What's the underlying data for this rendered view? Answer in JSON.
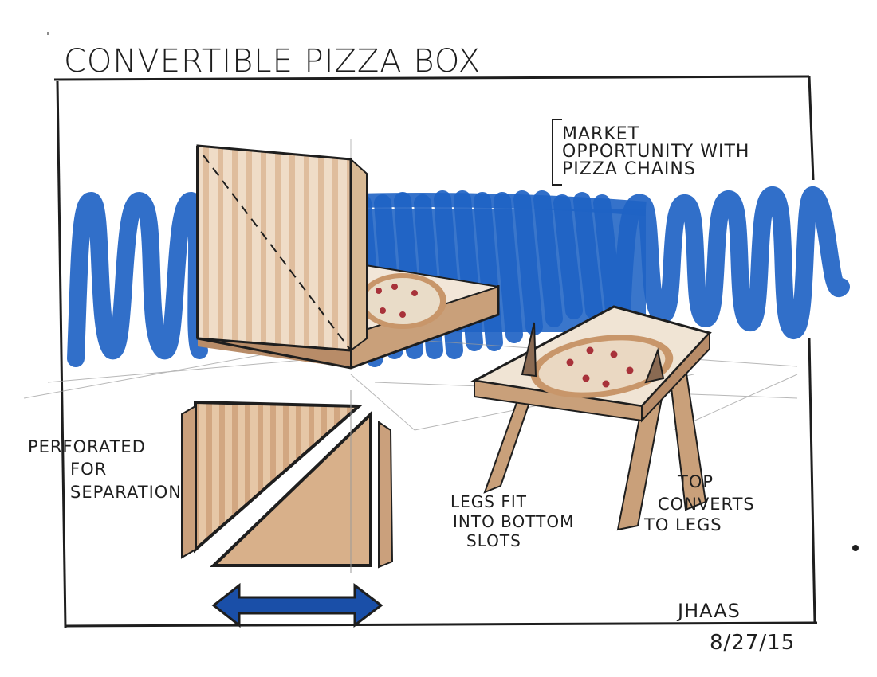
{
  "title": "CONVERTIBLE PIZZA BOX",
  "notes": {
    "market": [
      "MARKET",
      "OPPORTUNITY WITH",
      "PIZZA CHAINS"
    ],
    "perforated": [
      "PERFORATED",
      "FOR",
      "SEPARATION"
    ],
    "legs_fit": [
      "LEGS FIT",
      "INTO BOTTOM",
      "SLOTS"
    ],
    "top_converts": [
      "TOP",
      "CONVERTS",
      "TO LEGS"
    ]
  },
  "signature": "JHAAS",
  "date": "8/27/15",
  "colors": {
    "marker_blue": "#1f63c4",
    "cardboard": "#c9a07a",
    "cardboard_light": "#ecd9c4",
    "pizza_crust": "#c8966a",
    "pepperoni": "#a8323a",
    "ink": "#1e1e1e",
    "arrow_blue": "#1a4fa8"
  },
  "icons": [
    "open-pizza-box-sketch",
    "pizza-table-sketch",
    "split-lid-triangles-sketch",
    "double-arrow-icon"
  ]
}
